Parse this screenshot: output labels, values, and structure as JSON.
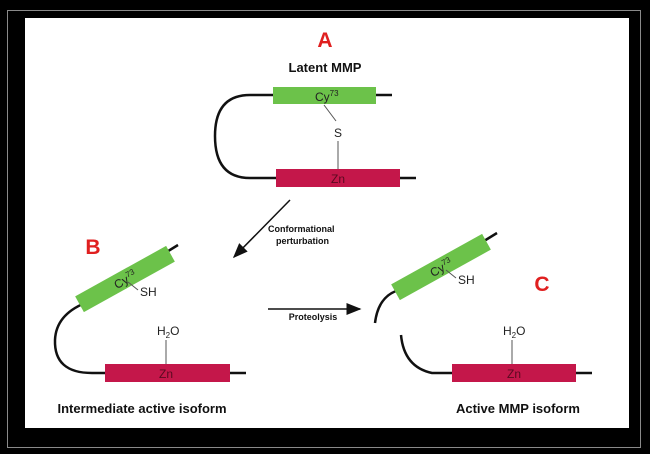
{
  "panels": {
    "a": {
      "letter": "A",
      "title": "Latent MMP",
      "cys": "Cy",
      "cys_sup": "73",
      "sulfur": "S",
      "zinc": "Zn"
    },
    "b": {
      "letter": "B",
      "title": "Intermediate active isoform",
      "cys": "Cy",
      "cys_sup": "73",
      "thiol": "SH",
      "water": "H",
      "water_sub": "2",
      "water_o": "O",
      "zinc": "Zn"
    },
    "c": {
      "letter": "C",
      "title": "Active MMP isoform",
      "cys": "Cy",
      "cys_sup": "73",
      "thiol": "SH",
      "water": "H",
      "water_sub": "2",
      "water_o": "O",
      "zinc": "Zn"
    }
  },
  "arrows": {
    "conformational_line1": "Conformational",
    "conformational_line2": "perturbation",
    "proteolysis": "Proteolysis"
  },
  "colors": {
    "cys_domain": "#6cc24a",
    "zinc_domain": "#c4174a",
    "panel_letter": "#e02020"
  }
}
